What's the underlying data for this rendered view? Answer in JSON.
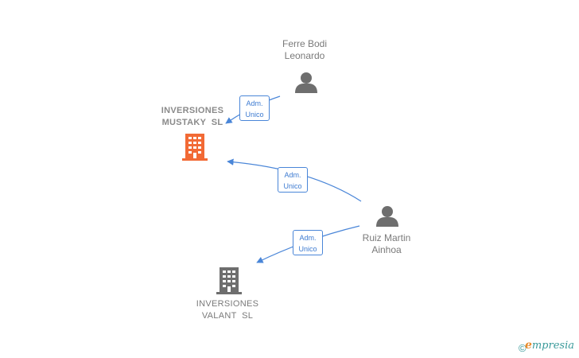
{
  "nodes": {
    "ferre": {
      "line1": "Ferre Bodi",
      "line2": "Leonardo"
    },
    "ruiz": {
      "line1": "Ruiz Martin",
      "line2": "Ainhoa"
    },
    "mustaky": {
      "line1": "INVERSIONES",
      "line2": "MUSTAKY  SL"
    },
    "valant": {
      "line1": "INVERSIONES",
      "line2": "VALANT  SL"
    }
  },
  "edges": {
    "ferre_mustaky": {
      "line1": "Adm.",
      "line2": "Unico"
    },
    "ruiz_mustaky": {
      "line1": "Adm.",
      "line2": "Unico"
    },
    "ruiz_valant": {
      "line1": "Adm.",
      "line2": "Unico"
    }
  },
  "colors": {
    "edge": "#4a86d8",
    "main_company": "#f26a35",
    "company": "#6e6e6e",
    "person": "#6e6e6e"
  },
  "footer": {
    "copyright_symbol": "©",
    "brand_first": "e",
    "brand_rest": "mpresia"
  }
}
